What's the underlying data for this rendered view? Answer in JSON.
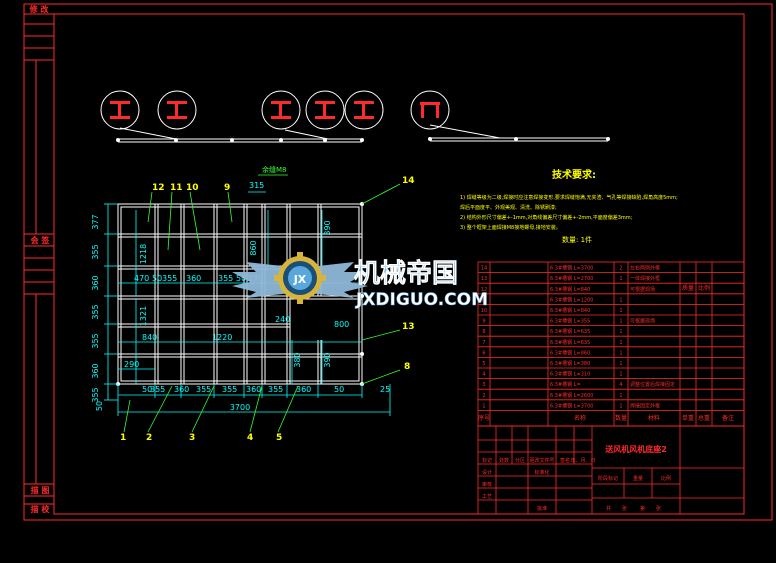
{
  "colors": {
    "background": "#000000",
    "frame": "#ff2a2a",
    "structure": "#ffffff",
    "dimension": "#00ffff",
    "leader": "#33ff33",
    "label": "#ffff00",
    "note": "#ffff00",
    "watermark_gold": "#d8b43a",
    "watermark_blue": "#5aa7dd"
  },
  "side_stamps": {
    "top": "修 改",
    "middle": "会 签",
    "lower": "描 图",
    "bottom": "描 校"
  },
  "top_note": "余缝M8",
  "tech": {
    "title": "技术要求:",
    "lines": [
      "1) 焊缝等级为二级,焊接时应注意焊接变形,要求焊缝饱满,无夹渣、气孔等焊接缺陷,焊角高度5mm;",
      "   焊后平面度平、外观美观、清洗、除锈刷漆;",
      "2) 结构外形尺寸偏差+-1mm,对角线偏差尺寸偏差+-2mm,平面度偏差3mm;",
      "3) 整个框架上面焊接M8接地螺母,接地安装。"
    ],
    "qty": "数量: 1件"
  },
  "dims": {
    "left": [
      "377",
      "355",
      "360",
      "355",
      "355",
      "360",
      "355",
      "50"
    ],
    "bottom": [
      "50",
      "355",
      "360",
      "355",
      "355",
      "360",
      "355",
      "360",
      "50",
      "25"
    ],
    "total": "3700",
    "top": "315",
    "row2": [
      "470",
      "50",
      "355",
      "360",
      "355",
      "50",
      "170"
    ],
    "row3": [
      "840",
      "1220",
      "800"
    ],
    "row4": "290",
    "vertical": [
      "1218",
      "1321",
      "860",
      "240",
      "390",
      "390",
      "380"
    ]
  },
  "labels": {
    "top": [
      "12",
      "11",
      "10",
      "9"
    ],
    "right": [
      "14",
      "13",
      "8"
    ],
    "bottom": [
      "1",
      "2",
      "3",
      "4",
      "5"
    ]
  },
  "bom": {
    "rows": [
      {
        "no": "14",
        "name": "6.3#槽钢 L=3700",
        "qty": "2",
        "note": "左右两侧外框"
      },
      {
        "no": "13",
        "name": "6.3#槽钢 L=2700",
        "qty": "1",
        "note": "一体焊接外框"
      },
      {
        "no": "12",
        "name": "6.3#槽钢 L=840",
        "qty": "",
        "note": "可根据现场"
      },
      {
        "no": "11",
        "name": "6.3#槽钢 L=1200",
        "qty": "1",
        "note": ""
      },
      {
        "no": "10",
        "name": "6.3#槽钢 L=840",
        "qty": "1",
        "note": ""
      },
      {
        "no": "9",
        "name": "6.3#槽钢 L=355",
        "qty": "1",
        "note": "可根据现场"
      },
      {
        "no": "8",
        "name": "6.3#槽钢 L=635",
        "qty": "1",
        "note": ""
      },
      {
        "no": "7",
        "name": "6.3#槽钢 L=635",
        "qty": "1",
        "note": ""
      },
      {
        "no": "6",
        "name": "6.3#槽钢 L=860",
        "qty": "1",
        "note": ""
      },
      {
        "no": "5",
        "name": "6.3#槽钢 L=380",
        "qty": "1",
        "note": ""
      },
      {
        "no": "4",
        "name": "6.3#槽钢 L=310",
        "qty": "1",
        "note": ""
      },
      {
        "no": "3",
        "name": "6.3#槽钢 L=",
        "qty": "4",
        "note": "调整位置后焊接固定"
      },
      {
        "no": "2",
        "name": "6.3#槽钢 L=2600",
        "qty": "1",
        "note": ""
      },
      {
        "no": "1",
        "name": "6.3#槽钢 L=3700",
        "qty": "1",
        "note": "焊接固定外框"
      }
    ],
    "header": {
      "no": "序号",
      "name": "名称",
      "qty": "数量",
      "material": "材料",
      "mass": "单重",
      "total": "总重",
      "note": "备注"
    },
    "extra": [
      "质量",
      "比例"
    ]
  },
  "title_block": {
    "name": "送风机风机底座2",
    "cells": [
      "标记",
      "处数",
      "分区",
      "更改文件号",
      "签名",
      "年、月、日"
    ],
    "roles": [
      "设计",
      "标准化",
      "审核",
      "工艺",
      "批准"
    ],
    "stage": [
      "阶段标记",
      "重量",
      "比例"
    ],
    "sheet": [
      "共",
      "张",
      "第",
      "张"
    ]
  },
  "watermark": {
    "cn": "机械帝国",
    "en": "JXDIGUO.COM",
    "logo_letters": "JX"
  }
}
